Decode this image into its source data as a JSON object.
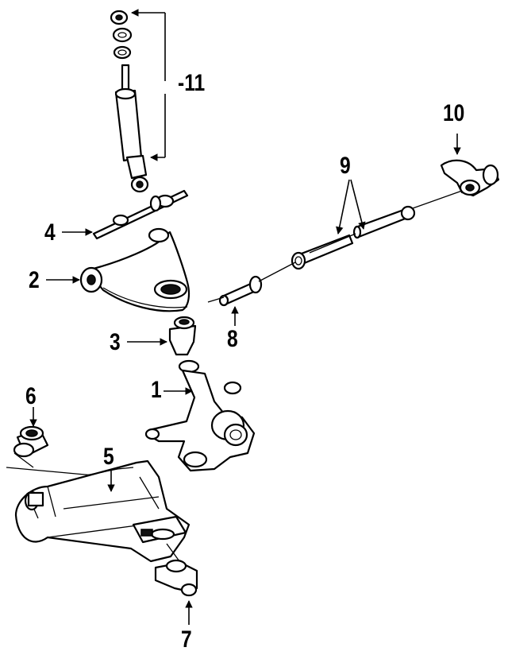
{
  "callouts": [
    {
      "id": "1",
      "text": "1"
    },
    {
      "id": "2",
      "text": "2"
    },
    {
      "id": "3",
      "text": "3"
    },
    {
      "id": "4",
      "text": "4"
    },
    {
      "id": "5",
      "text": "5"
    },
    {
      "id": "6",
      "text": "6"
    },
    {
      "id": "7",
      "text": "7"
    },
    {
      "id": "8",
      "text": "8"
    },
    {
      "id": "9",
      "text": "9"
    },
    {
      "id": "10",
      "text": "10"
    },
    {
      "id": "11",
      "text": "-11"
    }
  ],
  "colors": {
    "ink": "#000000",
    "paper": "#ffffff"
  }
}
